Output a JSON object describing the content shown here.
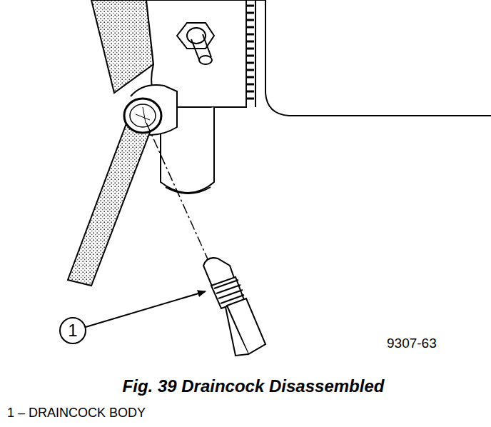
{
  "diagram": {
    "caption": "Fig. 39 Draincock Disassembled",
    "nodes": [
      {
        "text": [
          "1"
        ]
      }
    ],
    "labels": [
      "9307-63",
      "1 – DRAINCOCK BODY"
    ]
  }
}
